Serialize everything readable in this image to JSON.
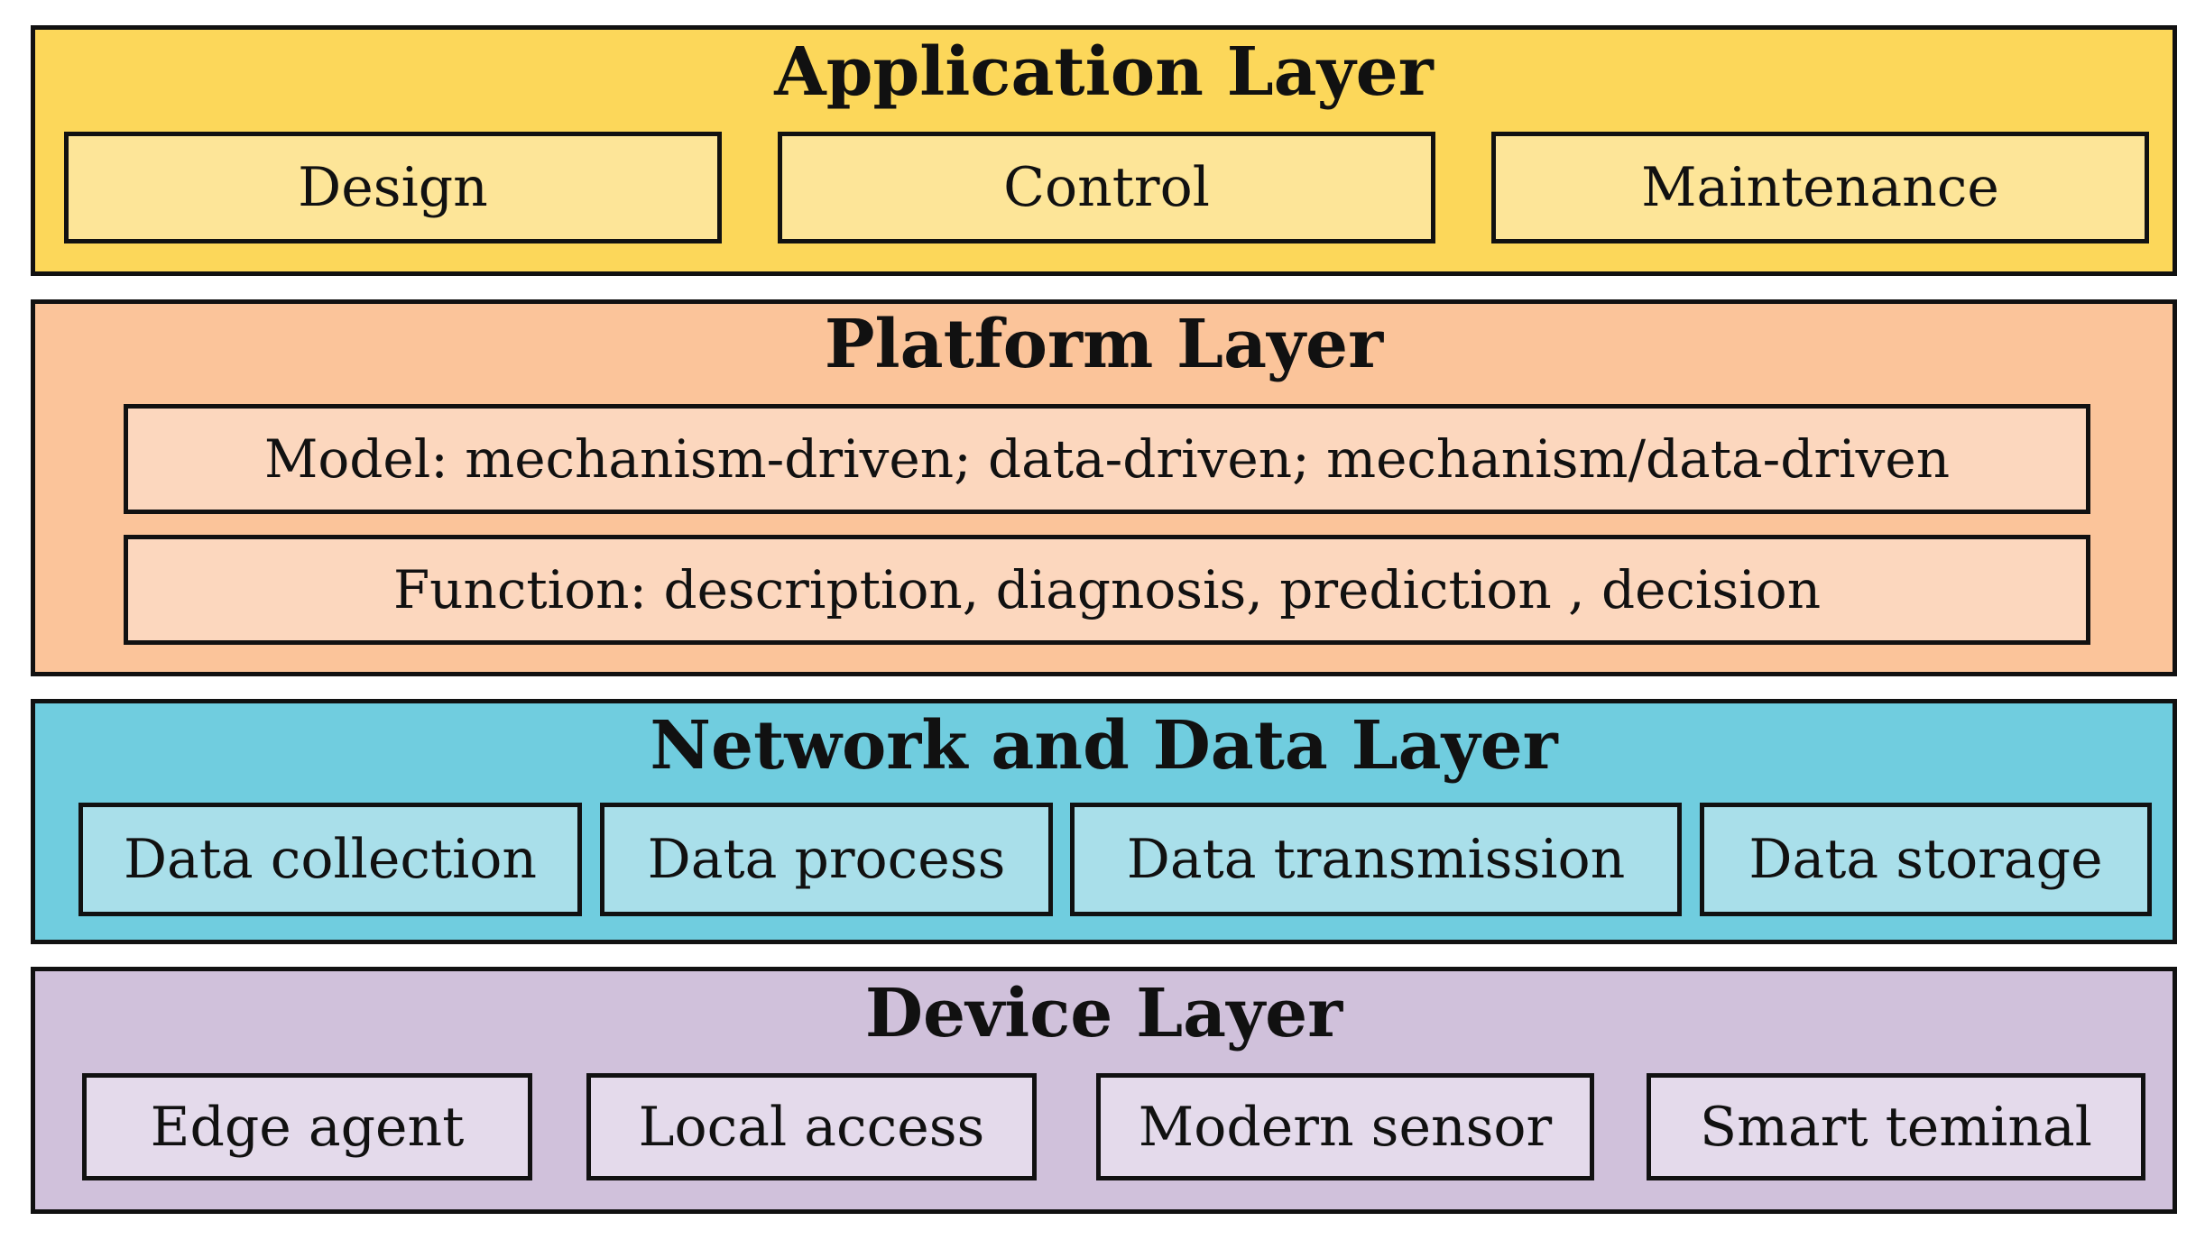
{
  "layers": {
    "application": {
      "title": "Application Layer",
      "fill": "#FCD75A",
      "box_fill": "#FDE598",
      "items": [
        "Design",
        "Control",
        "Maintenance"
      ]
    },
    "platform": {
      "title": "Platform Layer",
      "fill": "#FBC49A",
      "box_fill": "#FCD7BE",
      "items": [
        "Model:  mechanism-driven; data-driven; mechanism/data-driven",
        "Function: description, diagnosis, prediction , decision"
      ]
    },
    "network": {
      "title": "Network and Data Layer",
      "fill": "#70CDDF",
      "box_fill": "#A9DFEA",
      "items": [
        "Data collection",
        "Data process",
        "Data transmission",
        "Data storage"
      ]
    },
    "device": {
      "title": "Device Layer",
      "fill": "#D0C1DB",
      "box_fill": "#E4DAEB",
      "items": [
        "Edge agent",
        "Local access",
        "Modern sensor",
        "Smart teminal"
      ]
    }
  }
}
